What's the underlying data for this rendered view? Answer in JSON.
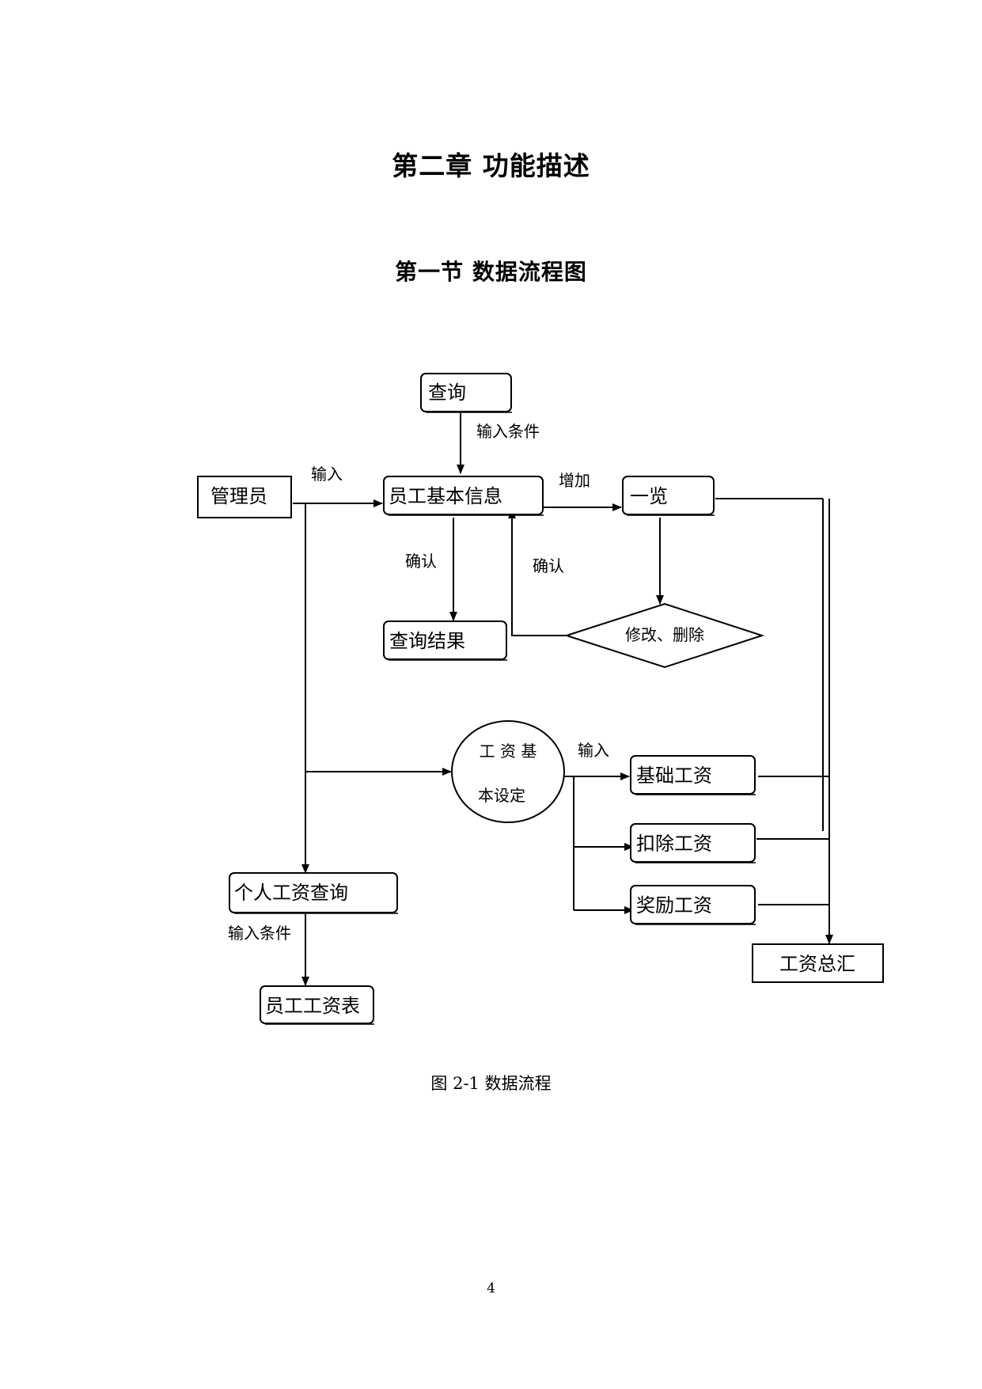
{
  "document": {
    "chapter_title": "第二章  功能描述",
    "section_title": "第一节  数据流程图",
    "caption": "图 2-1 数据流程",
    "page_number": "4"
  },
  "diagram": {
    "nodes": {
      "query": "查询",
      "admin": "管理员",
      "employee_info": "员工基本信息",
      "overview": "一览",
      "query_result": "查询结果",
      "modify_delete": "修改、删除",
      "salary_setting_line1": "工 资 基",
      "salary_setting_line2": "本设定",
      "base_salary": "基础工资",
      "deduct_salary": "扣除工资",
      "bonus_salary": "奖励工资",
      "salary_summary": "工资总汇",
      "personal_salary_query": "个人工资查询",
      "employee_salary_table": "员工工资表"
    },
    "edges": {
      "query_to_info": "输入条件",
      "admin_to_info": "输入",
      "info_to_overview": "增加",
      "info_to_result": "确认",
      "modify_to_info": "确认",
      "setting_to_base": "输入",
      "personal_to_table": "输入条件"
    }
  }
}
